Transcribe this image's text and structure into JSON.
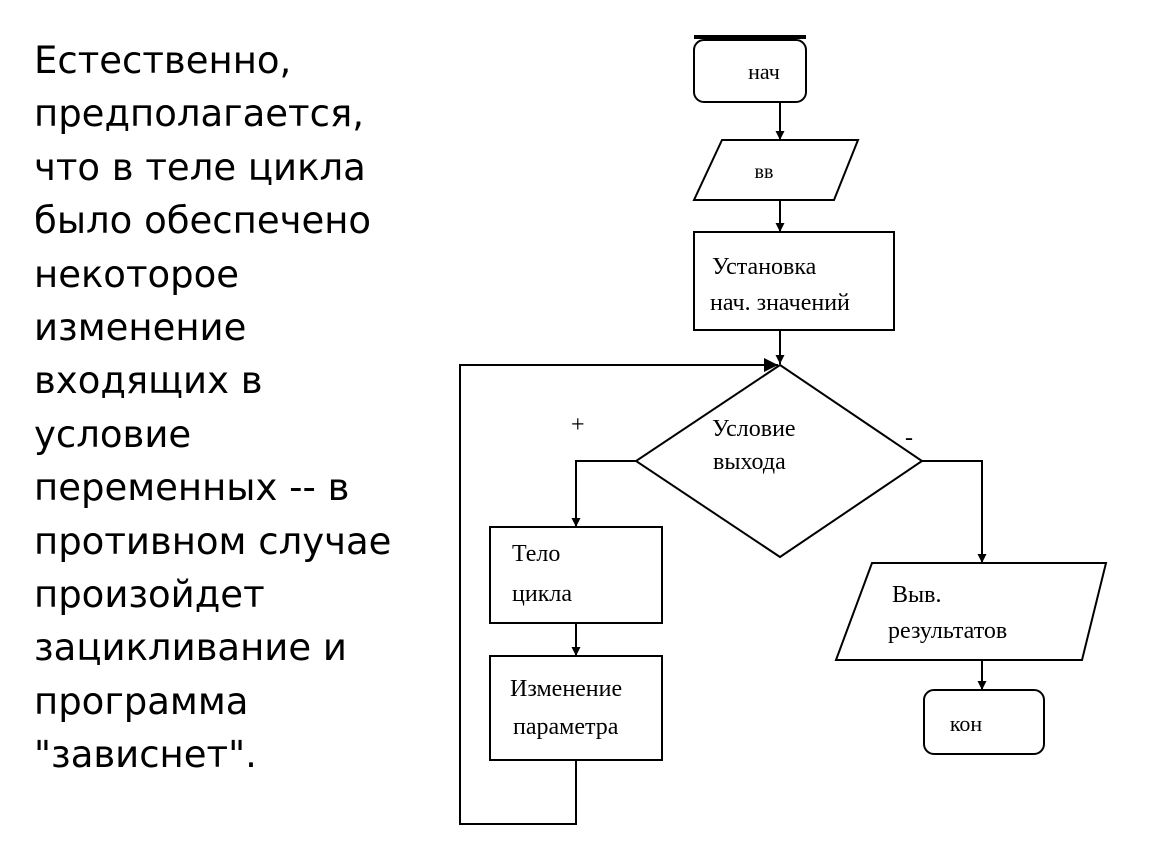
{
  "text": {
    "lines": [
      "Естественно,",
      "предполагается,",
      "что в теле цикла",
      "было обеспечено",
      "некоторое",
      "изменение",
      "входящих в",
      "условие",
      "переменных -- в",
      "противном случае",
      "произойдет",
      "зацикливание и",
      "программа",
      "\"зависнет\"."
    ]
  },
  "flowchart": {
    "start": "нач",
    "input": "вв",
    "init": [
      "Установка",
      "нач. значений"
    ],
    "condition": [
      "Условие",
      "выхода"
    ],
    "plus": "+",
    "minus": "-",
    "body": [
      "Тело",
      "цикла"
    ],
    "change": [
      "Изменение",
      "параметра"
    ],
    "output": [
      "Выв.",
      "результатов"
    ],
    "end": "кон"
  }
}
